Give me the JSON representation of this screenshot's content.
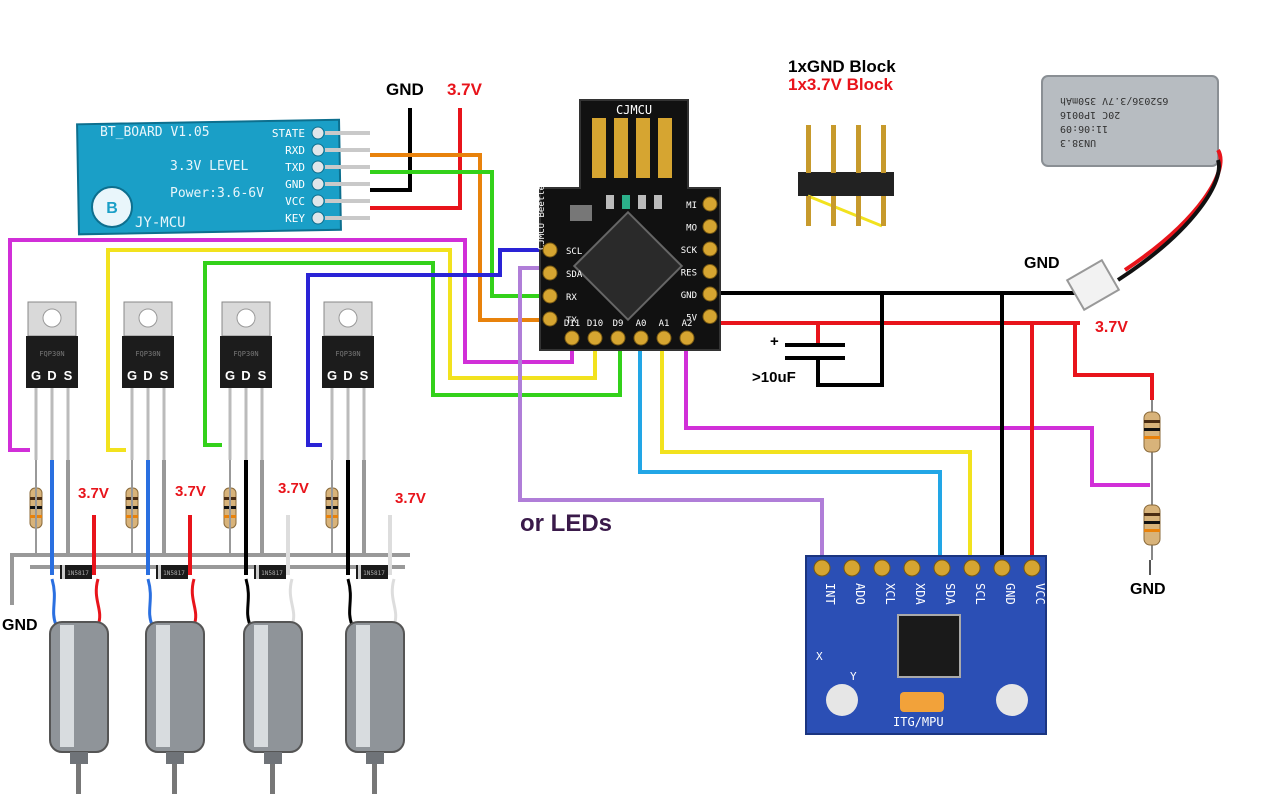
{
  "labels": {
    "gnd_top": "GND",
    "v37_top": "3.7V",
    "block_gnd": "1xGND Block",
    "block_37": "1x3.7V Block",
    "gnd_battery": "GND",
    "v37_right": "3.7V",
    "cap_plus": "+",
    "cap_value": ">10uF",
    "or_leds": "or LEDs",
    "gnd_resistor": "GND",
    "gnd_left": "GND",
    "motor_v1": "3.7V",
    "motor_v2": "3.7V",
    "motor_v3": "3.7V",
    "motor_v4": "3.7V"
  },
  "bt_module": {
    "pins": [
      "STATE",
      "RXD",
      "TXD",
      "GND",
      "VCC",
      "KEY"
    ],
    "board_name": "BT_BOARD V1.05",
    "level": "3.3V LEVEL",
    "power": "Power:3.6-6V",
    "brand": "JY-MCU"
  },
  "mcu": {
    "title": "CJMCU",
    "subtitle": "CJMCU Beetle",
    "left_pins": [
      "SCL",
      "SDA",
      "RX",
      "TX"
    ],
    "right_pins": [
      "MI",
      "MO",
      "SCK",
      "RES",
      "GND",
      "5V"
    ],
    "bottom_pins": [
      "D11",
      "D10",
      "D9",
      "A0",
      "A1",
      "A2"
    ]
  },
  "battery": {
    "lines": [
      "652036/3.7V 350mAh",
      "20C 1P0016",
      "11:06:09",
      "UN38.3"
    ]
  },
  "mosfets": {
    "pins": [
      "G",
      "D",
      "S"
    ],
    "marking": "FQP30N"
  },
  "diode": {
    "marking": "1N5817"
  },
  "imu": {
    "pins": [
      "INT",
      "ADO",
      "XCL",
      "XDA",
      "SDA",
      "SCL",
      "GND",
      "VCC"
    ],
    "name": "ITG/MPU",
    "axis_x": "X",
    "axis_y": "Y"
  },
  "colors": {
    "wire_black": "#000000",
    "wire_red": "#e8141b",
    "wire_orange": "#e8820c",
    "wire_green": "#33d11a",
    "wire_magenta": "#d12fd8",
    "wire_yellow": "#f2e21e",
    "wire_blue": "#2a23d6",
    "wire_purple": "#b07ed8",
    "wire_cyan": "#22a6e6",
    "wire_gray": "#999999",
    "bt_board": "#1a9fc7",
    "mcu_board": "#111111",
    "imu_board": "#2b4fb5"
  }
}
